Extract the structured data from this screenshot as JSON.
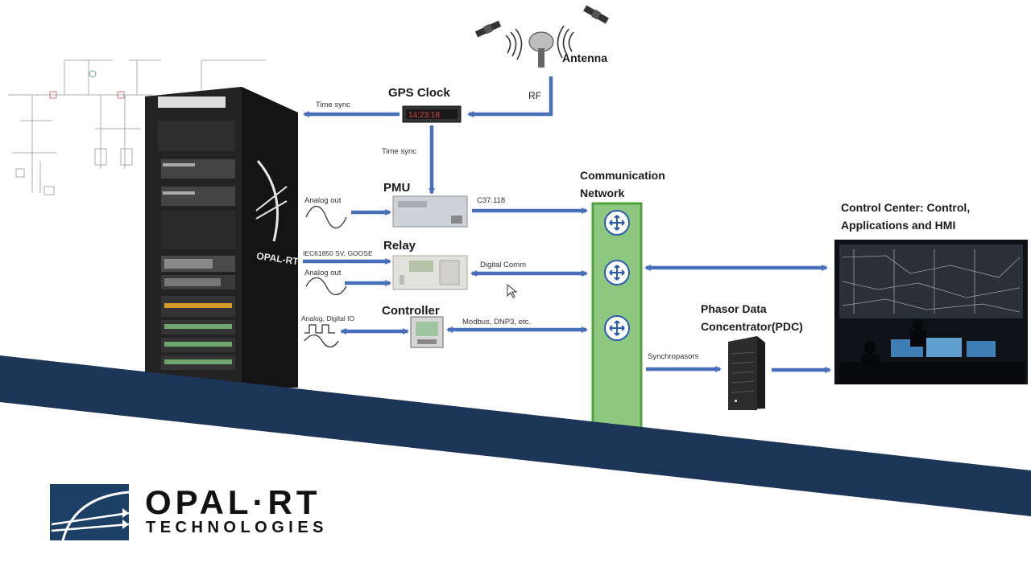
{
  "labels": {
    "antenna": "Antenna",
    "rf": "RF",
    "gps_clock": "GPS Clock",
    "gps_display": "14:23:18",
    "time_sync_left": "Time sync",
    "time_sync_down": "Time sync",
    "pmu": "PMU",
    "analog_out_1": "Analog out",
    "c37118": "C37.118",
    "comm_network_l1": "Communication",
    "comm_network_l2": "Network",
    "relay": "Relay",
    "iec61850": "IEC61850 SV, GOOSE",
    "analog_out_2": "Analog out",
    "digital_comm": "Digital Comm",
    "controller": "Controller",
    "analog_digital_io": "Analog, Digital IO",
    "modbus": "Modbus, DNP3, etc.",
    "control_center_l1": "Control Center: Control,",
    "control_center_l2": "Applications and HMI",
    "pdc_l1": "Phasor Data",
    "pdc_l2": "Concentrator(PDC)",
    "synchrophasors": "Synchropasors",
    "rack_brand": "OPAL-RT"
  },
  "brand": {
    "wordmark": "OPAL·RT",
    "tagline": "TECHNOLOGIES"
  },
  "colors": {
    "arrow_blue": "#4a6fba",
    "network_green": "#8dc780",
    "network_green_border": "#4fa33c",
    "band_navy": "#1d3557",
    "logo_navy": "#1c3f66"
  }
}
